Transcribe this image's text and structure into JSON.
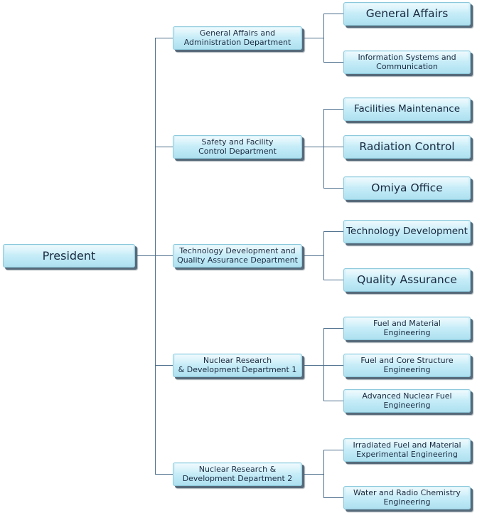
{
  "president": "President",
  "departments": [
    {
      "name": "General Affairs and\nAdministration Department",
      "units": [
        "General Affairs",
        "Information Systems and\nCommunication"
      ]
    },
    {
      "name": "Safety and Facility\nControl Department",
      "units": [
        "Facilities Maintenance",
        "Radiation Control",
        "Omiya Office"
      ]
    },
    {
      "name": "Technology Development and\nQuality Assurance Department",
      "units": [
        "Technology Development",
        "Quality Assurance"
      ]
    },
    {
      "name": "Nuclear Research\n& Development Department 1",
      "units": [
        "Fuel and Material\nEngineering",
        "Fuel and Core Structure\nEngineering",
        "Advanced Nuclear Fuel\nEngineering"
      ]
    },
    {
      "name": "Nuclear Research &\nDevelopment Department 2",
      "units": [
        "Irradiated Fuel and Material\nExperimental Engineering",
        "Water and Radio Chemistry\nEngineering"
      ]
    }
  ],
  "colors": {
    "box_fill": "#c3ebf7",
    "box_border": "#8cc8db",
    "connector": "#4d6f8c",
    "text": "#1a2a40"
  }
}
